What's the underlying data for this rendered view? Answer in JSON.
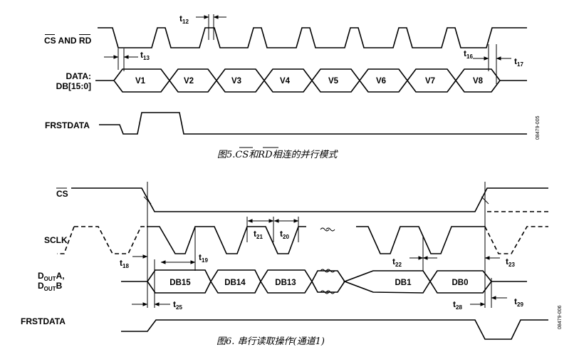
{
  "figure5": {
    "signals": {
      "cs_label": "CS",
      "and_label": " AND ",
      "rd_label": "RD",
      "data_line1": "DATA:",
      "data_line2": "DB[15:0]",
      "frstdata": "FRSTDATA"
    },
    "boxes": [
      "V1",
      "V2",
      "V3",
      "V4",
      "V5",
      "V6",
      "V7",
      "V8"
    ],
    "timing": {
      "t12": "12",
      "t13": "13",
      "t16": "16",
      "t17": "17"
    },
    "fig_id": "08479-005",
    "caption": {
      "prefix": "图5.",
      "cs": "CS",
      "mid": "和",
      "rd": "RD",
      "suffix": "相连的并行模式"
    }
  },
  "figure6": {
    "signals": {
      "cs": "CS",
      "sclk": "SCLK",
      "dout_a_main": "D",
      "dout_a_sub": "OUT",
      "dout_a_end": "A,",
      "dout_b_main": "D",
      "dout_b_sub": "OUT",
      "dout_b_end": "B",
      "frstdata": "FRSTDATA"
    },
    "boxes": [
      "DB15",
      "DB14",
      "DB13",
      "DB1",
      "DB0"
    ],
    "timing": {
      "t18": "18",
      "t19": "19",
      "t20": "20",
      "t21": "21",
      "t22": "22",
      "t23": "23",
      "t25": "25",
      "t28": "28",
      "t29": "29"
    },
    "fig_id": "08479-006",
    "caption": "图6. 串行读取操作(通道1)"
  }
}
